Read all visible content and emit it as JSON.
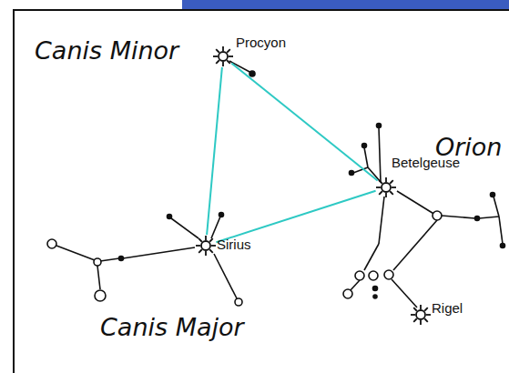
{
  "diagram": {
    "nodes": [
      {
        "text": [
          "Procyon"
        ]
      },
      {
        "text": [
          "Betelgeuse"
        ]
      },
      {
        "text": [
          "Sirius"
        ]
      },
      {
        "text": [
          "Rigel"
        ]
      }
    ],
    "edges": [
      {
        "from": 0,
        "to": 1,
        "arrow": "none"
      },
      {
        "from": 1,
        "to": 2,
        "arrow": "none"
      },
      {
        "from": 2,
        "to": 0,
        "arrow": "none"
      }
    ],
    "labels": [
      "Canis Minor",
      "Orion",
      "Canis Major"
    ]
  }
}
